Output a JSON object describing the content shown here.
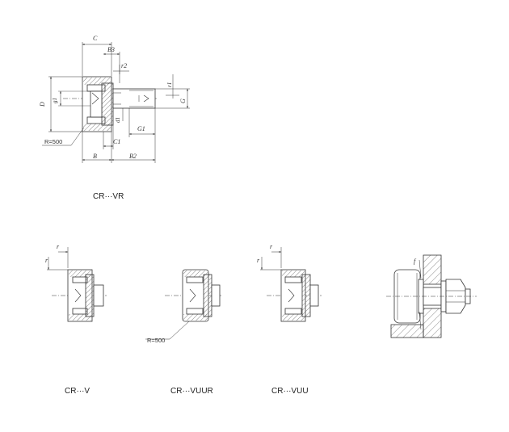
{
  "main_drawing": {
    "caption": "CR···VR",
    "dims": {
      "C": "C",
      "B3": "B3",
      "r2": "r2",
      "r1": "r1",
      "D": "D",
      "g1": "g1",
      "G": "G",
      "d1": "d1",
      "G1": "G1",
      "C1": "C1",
      "B": "B",
      "B2": "B2",
      "radius_note": "R=500"
    }
  },
  "variants": [
    {
      "caption": "CR···V",
      "r": "r"
    },
    {
      "caption": "CR···VUUR",
      "radius_note": "R=500"
    },
    {
      "caption": "CR···VUU",
      "r": "r"
    }
  ],
  "mounting": {
    "f": "f"
  }
}
